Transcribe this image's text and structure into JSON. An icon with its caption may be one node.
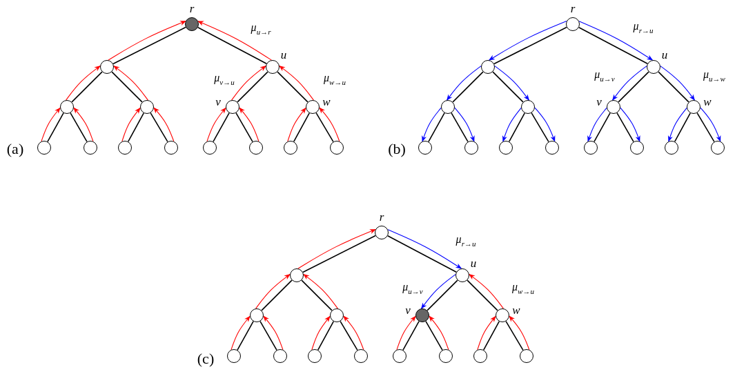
{
  "diagram": {
    "nodes": [
      {
        "text": [],
        "shape": "circle",
        "beside": [
          "r"
        ]
      },
      {
        "text": [],
        "shape": "circle"
      },
      {
        "text": [],
        "shape": "circle",
        "beside": [
          "u"
        ]
      },
      {
        "text": [],
        "shape": "circle"
      },
      {
        "text": [],
        "shape": "circle"
      },
      {
        "text": [],
        "shape": "circle",
        "beside": [
          "v"
        ]
      },
      {
        "text": [],
        "shape": "circle",
        "beside": [
          "w"
        ]
      },
      {
        "text": [],
        "shape": "circle"
      },
      {
        "text": [],
        "shape": "circle"
      },
      {
        "text": [],
        "shape": "circle"
      },
      {
        "text": [],
        "shape": "circle"
      },
      {
        "text": [],
        "shape": "circle"
      },
      {
        "text": [],
        "shape": "circle"
      },
      {
        "text": [],
        "shape": "circle"
      },
      {
        "text": [],
        "shape": "circle"
      },
      {
        "text": [],
        "shape": "circle",
        "beside": [
          "r"
        ]
      },
      {
        "text": [],
        "shape": "circle"
      },
      {
        "text": [],
        "shape": "circle",
        "beside": [
          "u"
        ]
      },
      {
        "text": [],
        "shape": "circle"
      },
      {
        "text": [],
        "shape": "circle"
      },
      {
        "text": [],
        "shape": "circle",
        "beside": [
          "v"
        ]
      },
      {
        "text": [],
        "shape": "circle",
        "beside": [
          "w"
        ]
      },
      {
        "text": [],
        "shape": "circle"
      },
      {
        "text": [],
        "shape": "circle"
      },
      {
        "text": [],
        "shape": "circle"
      },
      {
        "text": [],
        "shape": "circle"
      },
      {
        "text": [],
        "shape": "circle"
      },
      {
        "text": [],
        "shape": "circle"
      },
      {
        "text": [],
        "shape": "circle"
      },
      {
        "text": [],
        "shape": "circle"
      },
      {
        "text": [],
        "shape": "circle",
        "beside": [
          "r"
        ]
      },
      {
        "text": [],
        "shape": "circle"
      },
      {
        "text": [],
        "shape": "circle",
        "beside": [
          "u"
        ]
      },
      {
        "text": [],
        "shape": "circle"
      },
      {
        "text": [],
        "shape": "circle"
      },
      {
        "text": [],
        "shape": "circle",
        "beside": [
          "v"
        ]
      },
      {
        "text": [],
        "shape": "circle",
        "beside": [
          "w"
        ]
      },
      {
        "text": [],
        "shape": "circle"
      },
      {
        "text": [],
        "shape": "circle"
      },
      {
        "text": [],
        "shape": "circle"
      },
      {
        "text": [],
        "shape": "circle"
      },
      {
        "text": [],
        "shape": "circle"
      },
      {
        "text": [],
        "shape": "circle"
      },
      {
        "text": [],
        "shape": "circle"
      },
      {
        "text": [],
        "shape": "circle"
      }
    ],
    "edges": [
      {
        "from": 0,
        "to": 1,
        "arrow": "none"
      },
      {
        "from": 0,
        "to": 2,
        "arrow": "none"
      },
      {
        "from": 1,
        "to": 3,
        "arrow": "none"
      },
      {
        "from": 1,
        "to": 4,
        "arrow": "none"
      },
      {
        "from": 2,
        "to": 5,
        "arrow": "none"
      },
      {
        "from": 2,
        "to": 6,
        "arrow": "none"
      },
      {
        "from": 3,
        "to": 7,
        "arrow": "none"
      },
      {
        "from": 3,
        "to": 8,
        "arrow": "none"
      },
      {
        "from": 4,
        "to": 9,
        "arrow": "none"
      },
      {
        "from": 4,
        "to": 10,
        "arrow": "none"
      },
      {
        "from": 5,
        "to": 11,
        "arrow": "none"
      },
      {
        "from": 5,
        "to": 12,
        "arrow": "none"
      },
      {
        "from": 6,
        "to": 13,
        "arrow": "none"
      },
      {
        "from": 6,
        "to": 14,
        "arrow": "none"
      },
      {
        "from": 1,
        "to": 0,
        "arrow": "to",
        "color": "#ff0000"
      },
      {
        "from": 2,
        "to": 0,
        "arrow": "to",
        "color": "#ff0000",
        "label": "μ$_{u→r}$"
      },
      {
        "from": 3,
        "to": 1,
        "arrow": "to",
        "color": "#ff0000"
      },
      {
        "from": 4,
        "to": 1,
        "arrow": "to",
        "color": "#ff0000"
      },
      {
        "from": 5,
        "to": 2,
        "arrow": "to",
        "color": "#ff0000",
        "label": "μ$_{v→u}$"
      },
      {
        "from": 6,
        "to": 2,
        "arrow": "to",
        "color": "#ff0000",
        "label": "μ$_{w→u}$"
      },
      {
        "from": 7,
        "to": 3,
        "arrow": "to",
        "color": "#ff0000"
      },
      {
        "from": 8,
        "to": 3,
        "arrow": "to",
        "color": "#ff0000"
      },
      {
        "from": 9,
        "to": 4,
        "arrow": "to",
        "color": "#ff0000"
      },
      {
        "from": 10,
        "to": 4,
        "arrow": "to",
        "color": "#ff0000"
      },
      {
        "from": 11,
        "to": 5,
        "arrow": "to",
        "color": "#ff0000"
      },
      {
        "from": 12,
        "to": 5,
        "arrow": "to",
        "color": "#ff0000"
      },
      {
        "from": 13,
        "to": 6,
        "arrow": "to",
        "color": "#ff0000"
      },
      {
        "from": 14,
        "to": 6,
        "arrow": "to",
        "color": "#ff0000"
      },
      {
        "from": 15,
        "to": 16,
        "arrow": "none"
      },
      {
        "from": 15,
        "to": 17,
        "arrow": "none"
      },
      {
        "from": 16,
        "to": 18,
        "arrow": "none"
      },
      {
        "from": 16,
        "to": 19,
        "arrow": "none"
      },
      {
        "from": 17,
        "to": 20,
        "arrow": "none"
      },
      {
        "from": 17,
        "to": 21,
        "arrow": "none"
      },
      {
        "from": 18,
        "to": 22,
        "arrow": "none"
      },
      {
        "from": 18,
        "to": 23,
        "arrow": "none"
      },
      {
        "from": 19,
        "to": 24,
        "arrow": "none"
      },
      {
        "from": 19,
        "to": 25,
        "arrow": "none"
      },
      {
        "from": 20,
        "to": 26,
        "arrow": "none"
      },
      {
        "from": 20,
        "to": 27,
        "arrow": "none"
      },
      {
        "from": 21,
        "to": 28,
        "arrow": "none"
      },
      {
        "from": 21,
        "to": 29,
        "arrow": "none"
      },
      {
        "from": 15,
        "to": 16,
        "arrow": "to",
        "color": "#0000ff"
      },
      {
        "from": 15,
        "to": 17,
        "arrow": "to",
        "color": "#0000ff",
        "label": "μ$_{r→u}$"
      },
      {
        "from": 16,
        "to": 18,
        "arrow": "to",
        "color": "#0000ff"
      },
      {
        "from": 16,
        "to": 19,
        "arrow": "to",
        "color": "#0000ff"
      },
      {
        "from": 17,
        "to": 20,
        "arrow": "to",
        "color": "#0000ff",
        "label": "μ$_{u→v}$"
      },
      {
        "from": 17,
        "to": 21,
        "arrow": "to",
        "color": "#0000ff",
        "label": "μ$_{u→w}$"
      },
      {
        "from": 18,
        "to": 22,
        "arrow": "to",
        "color": "#0000ff"
      },
      {
        "from": 18,
        "to": 23,
        "arrow": "to",
        "color": "#0000ff"
      },
      {
        "from": 19,
        "to": 24,
        "arrow": "to",
        "color": "#0000ff"
      },
      {
        "from": 19,
        "to": 25,
        "arrow": "to",
        "color": "#0000ff"
      },
      {
        "from": 20,
        "to": 26,
        "arrow": "to",
        "color": "#0000ff"
      },
      {
        "from": 20,
        "to": 27,
        "arrow": "to",
        "color": "#0000ff"
      },
      {
        "from": 21,
        "to": 28,
        "arrow": "to",
        "color": "#0000ff"
      },
      {
        "from": 21,
        "to": 29,
        "arrow": "to",
        "color": "#0000ff"
      },
      {
        "from": 30,
        "to": 31,
        "arrow": "none"
      },
      {
        "from": 30,
        "to": 32,
        "arrow": "none"
      },
      {
        "from": 31,
        "to": 33,
        "arrow": "none"
      },
      {
        "from": 31,
        "to": 34,
        "arrow": "none"
      },
      {
        "from": 32,
        "to": 35,
        "arrow": "none"
      },
      {
        "from": 32,
        "to": 36,
        "arrow": "none"
      },
      {
        "from": 33,
        "to": 37,
        "arrow": "none"
      },
      {
        "from": 33,
        "to": 38,
        "arrow": "none"
      },
      {
        "from": 34,
        "to": 39,
        "arrow": "none"
      },
      {
        "from": 34,
        "to": 40,
        "arrow": "none"
      },
      {
        "from": 35,
        "to": 41,
        "arrow": "none"
      },
      {
        "from": 35,
        "to": 42,
        "arrow": "none"
      },
      {
        "from": 36,
        "to": 43,
        "arrow": "none"
      },
      {
        "from": 36,
        "to": 44,
        "arrow": "none"
      },
      {
        "from": 31,
        "to": 30,
        "arrow": "to",
        "color": "#ff0000"
      },
      {
        "from": 30,
        "to": 32,
        "arrow": "to",
        "color": "#0000ff",
        "label": "μ$_{r→u}$"
      },
      {
        "from": 33,
        "to": 31,
        "arrow": "to",
        "color": "#ff0000"
      },
      {
        "from": 34,
        "to": 31,
        "arrow": "to",
        "color": "#ff0000"
      },
      {
        "from": 32,
        "to": 35,
        "arrow": "to",
        "color": "#0000ff",
        "label": "μ$_{u→v}$"
      },
      {
        "from": 36,
        "to": 32,
        "arrow": "to",
        "color": "#ff0000",
        "label": "μ$_{w→u}$"
      },
      {
        "from": 37,
        "to": 33,
        "arrow": "to",
        "color": "#ff0000"
      },
      {
        "from": 38,
        "to": 33,
        "arrow": "to",
        "color": "#ff0000"
      },
      {
        "from": 39,
        "to": 34,
        "arrow": "to",
        "color": "#ff0000"
      },
      {
        "from": 40,
        "to": 34,
        "arrow": "to",
        "color": "#ff0000"
      },
      {
        "from": 41,
        "to": 35,
        "arrow": "to",
        "color": "#ff0000"
      },
      {
        "from": 42,
        "to": 35,
        "arrow": "to",
        "color": "#ff0000"
      },
      {
        "from": 43,
        "to": 36,
        "arrow": "to",
        "color": "#ff0000"
      },
      {
        "from": 44,
        "to": 36,
        "arrow": "to",
        "color": "#ff0000"
      }
    ],
    "labels": [
      "(a)",
      "(b)",
      "(c)"
    ]
  }
}
